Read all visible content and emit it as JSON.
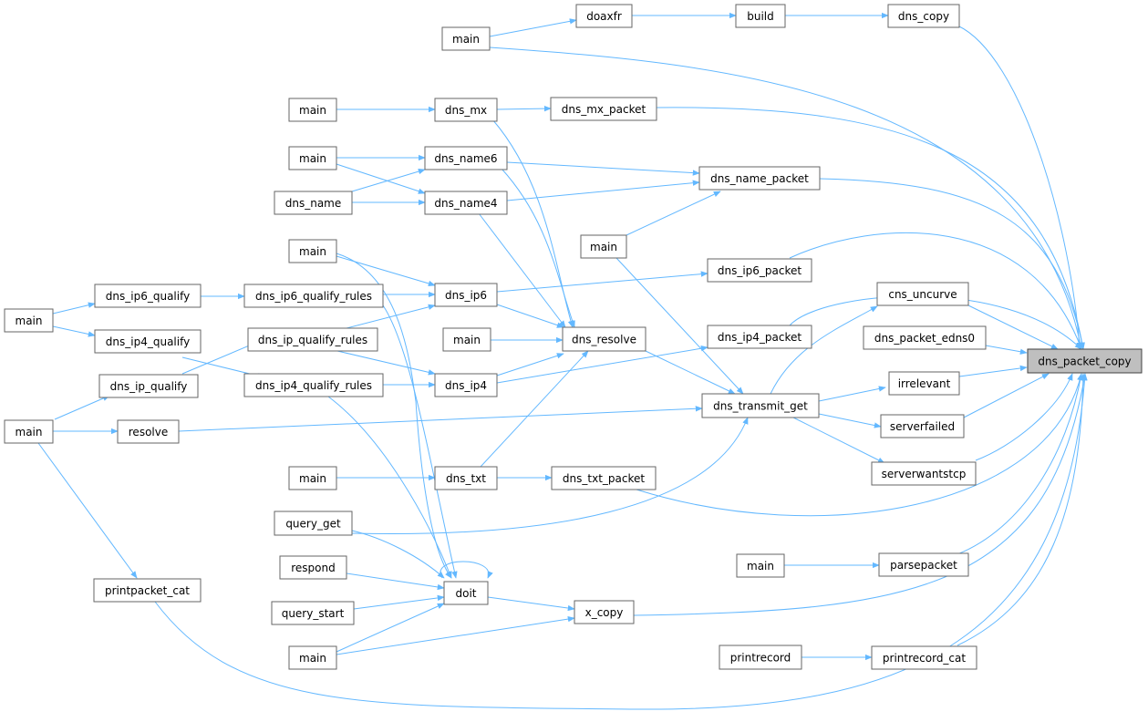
{
  "graph": {
    "title": "dns_packet_copy",
    "colors": {
      "edge": "#63b8ff",
      "border": "#666666",
      "focus_fill": "#bfbfbf"
    },
    "nodes": [
      {
        "id": "n_focus",
        "label": "dns_packet_copy",
        "focus": true
      },
      {
        "id": "n_dns_copy",
        "label": "dns_copy"
      },
      {
        "id": "n_build",
        "label": "build"
      },
      {
        "id": "n_doaxfr",
        "label": "doaxfr"
      },
      {
        "id": "n_main_top",
        "label": "main"
      },
      {
        "id": "n_dns_mx_packet",
        "label": "dns_mx_packet"
      },
      {
        "id": "n_dns_mx",
        "label": "dns_mx"
      },
      {
        "id": "n_main_mx",
        "label": "main"
      },
      {
        "id": "n_dns_name_packet",
        "label": "dns_name_packet"
      },
      {
        "id": "n_dns_name6",
        "label": "dns_name6"
      },
      {
        "id": "n_dns_name4",
        "label": "dns_name4"
      },
      {
        "id": "n_main_name",
        "label": "main"
      },
      {
        "id": "n_dns_name",
        "label": "dns_name"
      },
      {
        "id": "n_main_mid",
        "label": "main"
      },
      {
        "id": "n_dns_ip6_packet",
        "label": "dns_ip6_packet"
      },
      {
        "id": "n_cns_uncurve",
        "label": "cns_uncurve"
      },
      {
        "id": "n_dns_ip6",
        "label": "dns_ip6"
      },
      {
        "id": "n_main_ip6",
        "label": "main"
      },
      {
        "id": "n_dns_ip6_qualify_rules",
        "label": "dns_ip6_qualify_rules"
      },
      {
        "id": "n_dns_ip6_qualify",
        "label": "dns_ip6_qualify"
      },
      {
        "id": "n_main_left",
        "label": "main"
      },
      {
        "id": "n_dns_ip4_qualify",
        "label": "dns_ip4_qualify"
      },
      {
        "id": "n_dns_ip_qualify_rules",
        "label": "dns_ip_qualify_rules"
      },
      {
        "id": "n_dns_resolve",
        "label": "dns_resolve"
      },
      {
        "id": "n_main_resolve",
        "label": "main"
      },
      {
        "id": "n_dns_ip4_packet",
        "label": "dns_ip4_packet"
      },
      {
        "id": "n_dns_packet_edns0",
        "label": "dns_packet_edns0"
      },
      {
        "id": "n_dns_ip4_qualify_rules",
        "label": "dns_ip4_qualify_rules"
      },
      {
        "id": "n_dns_ip4",
        "label": "dns_ip4"
      },
      {
        "id": "n_dns_ip_qualify",
        "label": "dns_ip_qualify"
      },
      {
        "id": "n_irrelevant",
        "label": "irrelevant"
      },
      {
        "id": "n_dns_transmit_get",
        "label": "dns_transmit_get"
      },
      {
        "id": "n_main_left2",
        "label": "main"
      },
      {
        "id": "n_resolve",
        "label": "resolve"
      },
      {
        "id": "n_serverfailed",
        "label": "serverfailed"
      },
      {
        "id": "n_serverwantstcp",
        "label": "serverwantstcp"
      },
      {
        "id": "n_main_txt",
        "label": "main"
      },
      {
        "id": "n_dns_txt",
        "label": "dns_txt"
      },
      {
        "id": "n_dns_txt_packet",
        "label": "dns_txt_packet"
      },
      {
        "id": "n_query_get",
        "label": "query_get"
      },
      {
        "id": "n_main_parse",
        "label": "main"
      },
      {
        "id": "n_parsepacket",
        "label": "parsepacket"
      },
      {
        "id": "n_respond",
        "label": "respond"
      },
      {
        "id": "n_doit",
        "label": "doit"
      },
      {
        "id": "n_printpacket_cat",
        "label": "printpacket_cat"
      },
      {
        "id": "n_query_start",
        "label": "query_start"
      },
      {
        "id": "n_x_copy",
        "label": "x_copy"
      },
      {
        "id": "n_main_bottom",
        "label": "main"
      },
      {
        "id": "n_printrecord",
        "label": "printrecord"
      },
      {
        "id": "n_printrecord_cat",
        "label": "printrecord_cat"
      }
    ]
  }
}
